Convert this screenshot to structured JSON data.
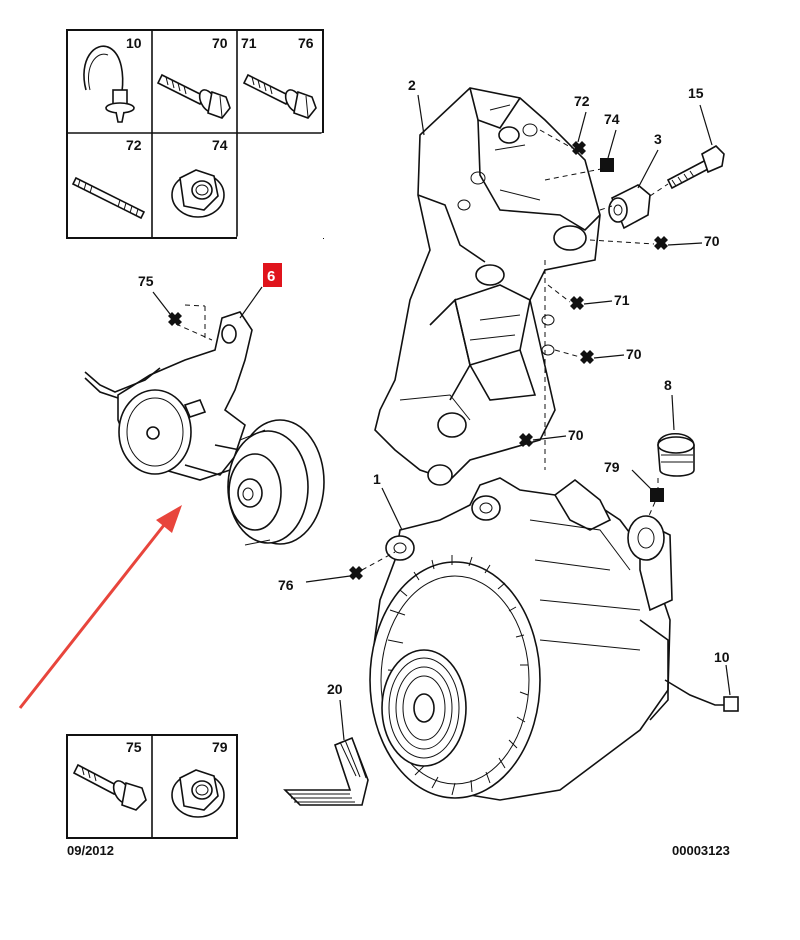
{
  "header_table": {
    "cells": [
      "10",
      "70",
      "71",
      "76",
      "72",
      "74"
    ]
  },
  "bottom_table": {
    "cells": [
      "75",
      "79"
    ]
  },
  "callouts": {
    "c2": "2",
    "c72": "72",
    "c74": "74",
    "c15": "15",
    "c3": "3",
    "c70a": "70",
    "c71": "71",
    "c70b": "70",
    "c70c": "70",
    "c75": "75",
    "c6": "6",
    "c8": "8",
    "c79": "79",
    "c1": "1",
    "c76": "76",
    "c10": "10",
    "c20": "20"
  },
  "footer": {
    "date": "09/2012",
    "ref": "00003123"
  },
  "colors": {
    "highlight_bg": "#e0141c",
    "arrow": "#e8453c"
  }
}
